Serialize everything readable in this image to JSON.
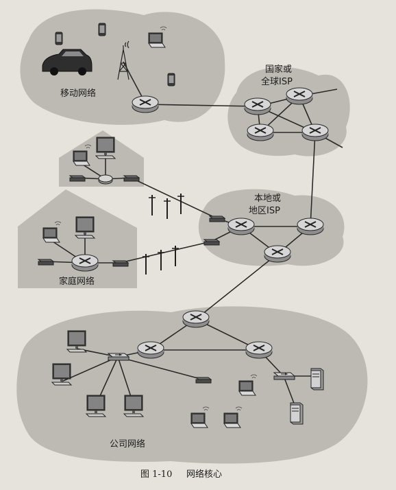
{
  "regions": {
    "mobile_label": "移动网络",
    "global_isp_label_line1": "国家或",
    "global_isp_label_line2": "全球ISP",
    "regional_isp_label_line1": "本地或",
    "regional_isp_label_line2": "地区ISP",
    "home_label": "家庭网络",
    "enterprise_label": "公司网络"
  },
  "caption": {
    "figure_number": "图 1-10",
    "title": "网络核心"
  },
  "colors": {
    "background": "#e6e3dc",
    "cloud": "#bdbab3",
    "router": "#cfcfcf",
    "line": "#2a2a2a"
  },
  "icons": [
    "router-icon",
    "switch-icon",
    "laptop-icon",
    "desktop-icon",
    "server-icon",
    "smartphone-icon",
    "car-icon",
    "cell-tower-icon",
    "modem-icon",
    "utility-pole-icon"
  ]
}
